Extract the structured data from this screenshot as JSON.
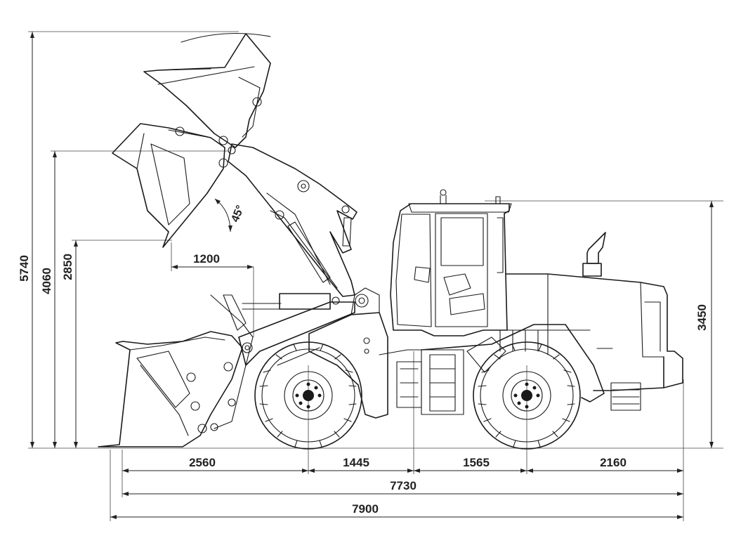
{
  "diagram": {
    "heights": {
      "bucket_max": "5740",
      "hinge_pin_max": "4060",
      "dump_clearance": "2850",
      "cab": "3450"
    },
    "dump": {
      "reach": "1200",
      "angle": "45°"
    },
    "lengths": {
      "front_overhang": "2560",
      "front_axle_to_hinge": "1445",
      "hinge_to_rear_axle": "1565",
      "rear_overhang": "2160",
      "body_length": "7730",
      "overall_length": "7900"
    },
    "colors": {
      "line": "#1a1a1a",
      "background": "#ffffff"
    }
  }
}
